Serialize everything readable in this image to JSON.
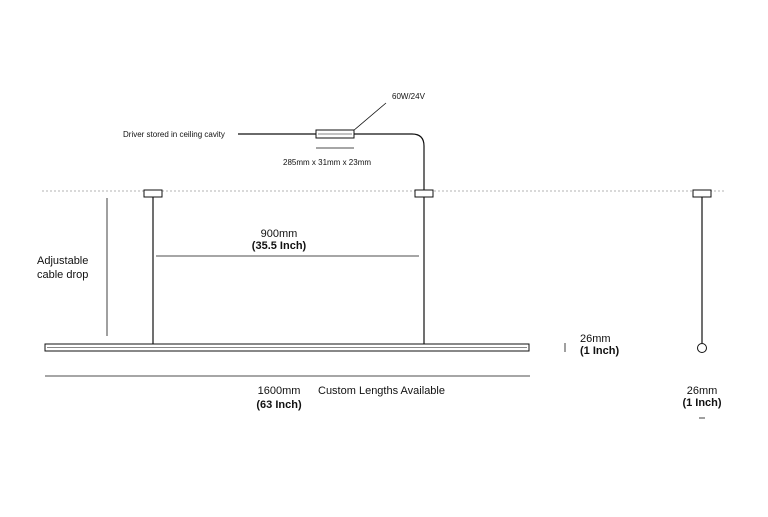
{
  "driver": {
    "power_label": "60W/24V",
    "location_label": "Driver stored in ceiling cavity",
    "dimensions_label": "285mm x 31mm x 23mm"
  },
  "cable": {
    "label_line1": "Adjustable",
    "label_line2": "cable drop"
  },
  "span": {
    "metric": "900mm",
    "imperial": "(35.5 Inch)"
  },
  "length": {
    "metric": "1600mm",
    "imperial": "(63 Inch)",
    "note": "Custom Lengths Available"
  },
  "profile_height": {
    "metric": "26mm",
    "imperial": "(1 Inch)"
  },
  "end_view": {
    "metric": "26mm",
    "imperial": "(1 Inch)"
  },
  "colors": {
    "line": "#111111",
    "ceiling": "#9a9a9a"
  }
}
